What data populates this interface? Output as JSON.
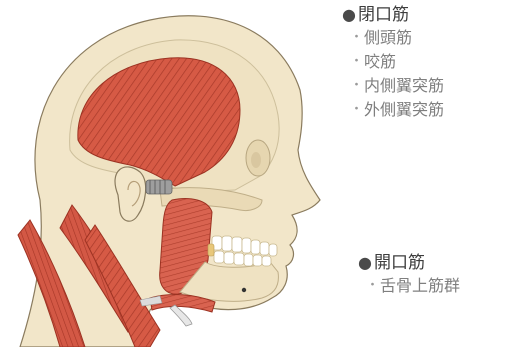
{
  "closing_muscles": {
    "bullet": "●",
    "heading": "閉口筋",
    "items": [
      {
        "label": "側頭筋"
      },
      {
        "label": "咬筋"
      },
      {
        "label": "内側翼突筋"
      },
      {
        "label": "外側翼突筋"
      }
    ]
  },
  "opening_muscles": {
    "bullet": "●",
    "heading": "開口筋",
    "items": [
      {
        "label": "舌骨上筋群"
      }
    ]
  },
  "item_bullet": "・",
  "colors": {
    "skin": "#f2e6c9",
    "skin_outline": "#8a7b5e",
    "muscle": "#d65a45",
    "muscle_dark": "#b8412f",
    "teeth": "#ffffff",
    "text_heading": "#3d3d3d",
    "text_item": "#7f7f7f"
  }
}
